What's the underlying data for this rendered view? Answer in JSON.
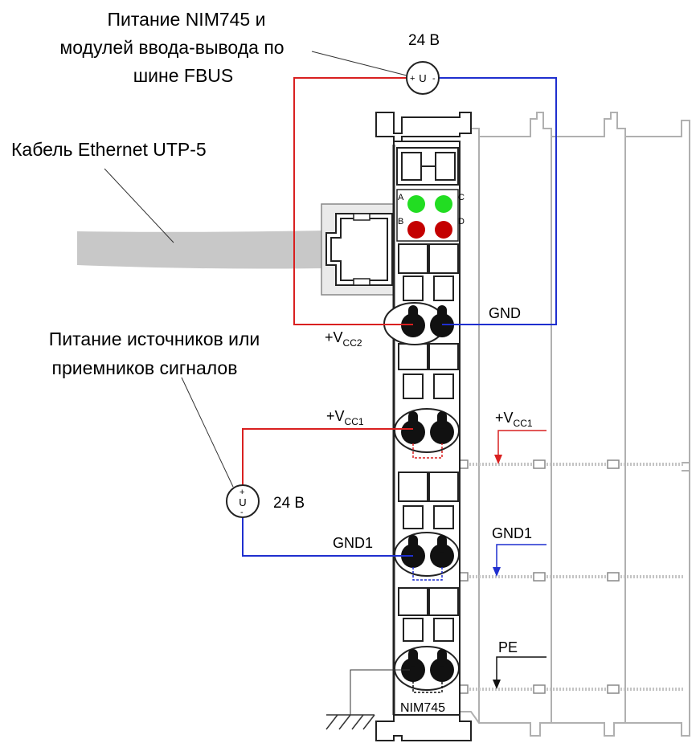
{
  "labels": {
    "fbus_power_line1": "Питание NIM745 и",
    "fbus_power_line2": "модулей ввода-вывода по",
    "fbus_power_line3": "шине FBUS",
    "fbus_voltage": "24 В",
    "ethernet_cable": "Кабель Ethernet UTP-5",
    "signal_power_line1": "Питание источников или",
    "signal_power_line2": "приемников сигналов",
    "signal_voltage": "24 В",
    "gnd": "GND",
    "vcc2_main": "+V",
    "vcc2_sub": "CC2",
    "vcc1_main": "+V",
    "vcc1_sub": "CC1",
    "vcc1_bus_main": "+V",
    "vcc1_bus_sub": "CC1",
    "gnd1": "GND1",
    "gnd1_bus": "GND1",
    "pe": "PE",
    "module_name": "NIM745",
    "source_symbol": "U",
    "plus": "+",
    "minus": "-",
    "led_a": "A",
    "led_b": "B",
    "led_c": "C",
    "led_d": "D"
  },
  "colors": {
    "red_wire": "#d92020",
    "blue_wire": "#1f2fcf",
    "led_green": "#22dd22",
    "led_red": "#c40000",
    "cable_gray": "#c8c8c8",
    "rail_gray": "#b0b0b0"
  }
}
